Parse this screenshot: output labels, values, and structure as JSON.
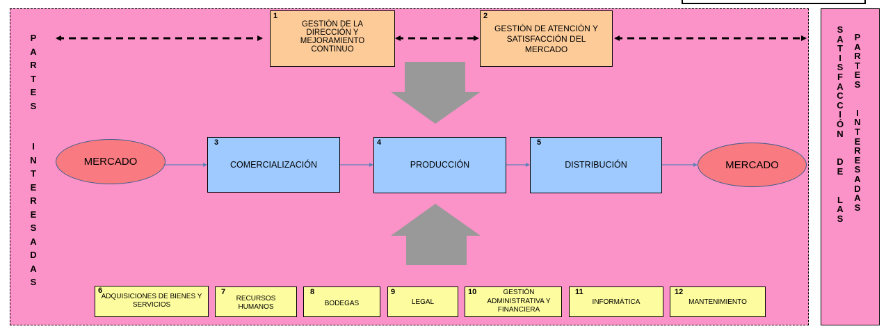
{
  "left_side_label": {
    "words": [
      "PARTES",
      "INTERESADAS"
    ]
  },
  "right_side_label": {
    "column1_words": [
      "SATISFACCIÓN",
      "DE",
      "LAS"
    ],
    "column2_words": [
      "PARTES",
      "INTERESADAS"
    ]
  },
  "strategic_processes": [
    {
      "number": "1",
      "label": "GESTIÓN DE LA DIRECCIÓN Y MEJORAMIENTO CONTINUO"
    },
    {
      "number": "2",
      "label": "GESTIÓN DE ATENCIÓN Y SATISFACCIÓN DEL MERCADO"
    }
  ],
  "market_input": {
    "label": "MERCADO"
  },
  "market_output": {
    "label": "MERCADO"
  },
  "core_processes": [
    {
      "number": "3",
      "label": "COMERCIALIZACIÓN"
    },
    {
      "number": "4",
      "label": "PRODUCCIÓN"
    },
    {
      "number": "5",
      "label": "DISTRIBUCIÓN"
    }
  ],
  "support_processes": [
    {
      "number": "6",
      "label": "ADQUISICIONES DE BIENES Y SERVICIOS"
    },
    {
      "number": "7",
      "label": "RECURSOS HUMANOS"
    },
    {
      "number": "8",
      "label": "BODEGAS"
    },
    {
      "number": "9",
      "label": "LEGAL"
    },
    {
      "number": "10",
      "label": "GESTIÓN ADMINISTRATIVA Y FINANCIERA"
    },
    {
      "number": "11",
      "label": "INFORMÁTICA"
    },
    {
      "number": "12",
      "label": "MANTENIMIENTO"
    }
  ],
  "colors": {
    "background_region": "#fb92c8",
    "strategic_box": "#fccb98",
    "core_box": "#9ecaff",
    "support_box": "#fdfc9f",
    "market_ellipse": "#f97a80",
    "ellipse_border": "#3d5f8c",
    "big_arrow": "#999999",
    "flow_arrow": "#5b82b6"
  }
}
